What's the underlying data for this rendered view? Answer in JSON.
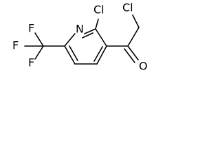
{
  "diagram": {
    "atoms": {
      "N": "N",
      "Cl_ring": "Cl",
      "Cl_chain": "Cl",
      "O": "O",
      "F_top": "F",
      "F_left": "F",
      "F_bottom": "F"
    }
  }
}
